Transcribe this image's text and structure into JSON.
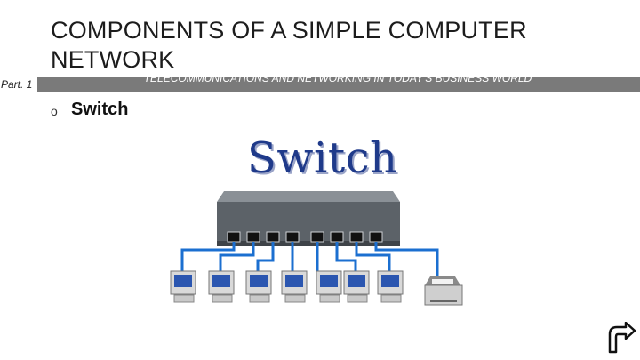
{
  "slide": {
    "title": "COMPONENTS OF A SIMPLE COMPUTER NETWORK",
    "part_label": "Part. 1",
    "subtitle": "TELECOMMUNICATIONS AND NETWORKING IN TODAY'S BUSINESS WORLD",
    "bullet_marker": "o",
    "bullet_text": "Switch"
  },
  "figure": {
    "caption": "Switch",
    "computers": 7,
    "printers": 1,
    "cable_color": "#1b6fd0",
    "switch_body_color": "#5c6268",
    "caption_color": "#1f3a8a"
  },
  "nav": {
    "icon": "return-arrow-icon"
  }
}
